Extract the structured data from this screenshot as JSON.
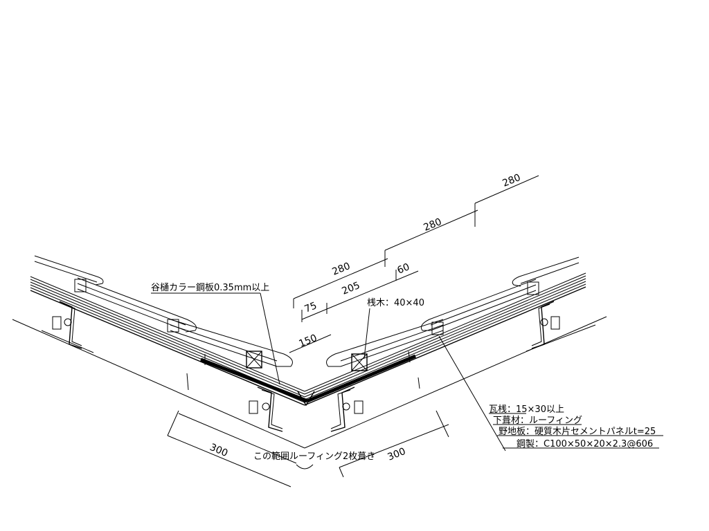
{
  "drawing": {
    "dimensions": {
      "d280_top": "280",
      "d280_mid": "280",
      "d280_low": "280",
      "d60": "60",
      "d205": "205",
      "d75": "75",
      "d150": "150",
      "d300_left": "300",
      "d300_right": "300"
    },
    "labels": {
      "valley_gutter": "谷樋カラー鋼板0.35mm以上",
      "batten": "桟木：40×40",
      "tile_batten": "瓦桟：15×30以上",
      "underlay": "下葺材：ルーフィング",
      "sheathing": "野地板：硬質木片セメントパネルt=25",
      "steel_purlin": "鋼製：C100×50×20×2.3@606",
      "roofing_range": "この範囲ルーフィング2枚葺き"
    }
  }
}
